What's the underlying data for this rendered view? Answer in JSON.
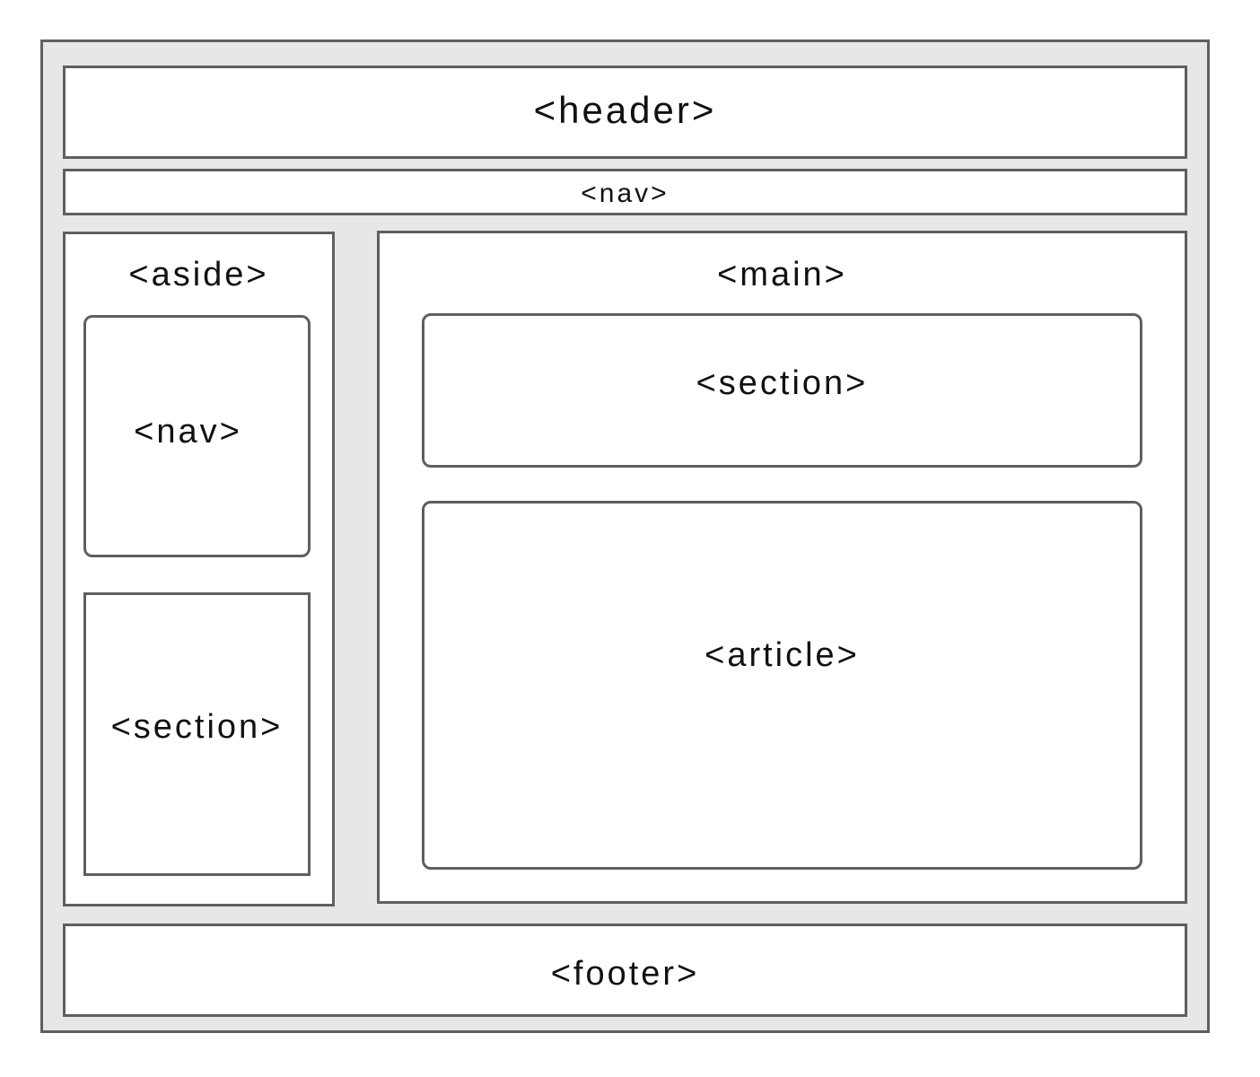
{
  "diagram": {
    "header": "<header>",
    "top_nav": "<nav>",
    "aside": {
      "title": "<aside>",
      "nav": "<nav>",
      "section": "<section>"
    },
    "main": {
      "title": "<main>",
      "section": "<section>",
      "article": "<article>"
    },
    "footer": "<footer>"
  },
  "colors": {
    "outer_background": "#e6e8e6",
    "box_background": "#ffffff",
    "border": "#5f5f5f",
    "text": "#111111"
  }
}
